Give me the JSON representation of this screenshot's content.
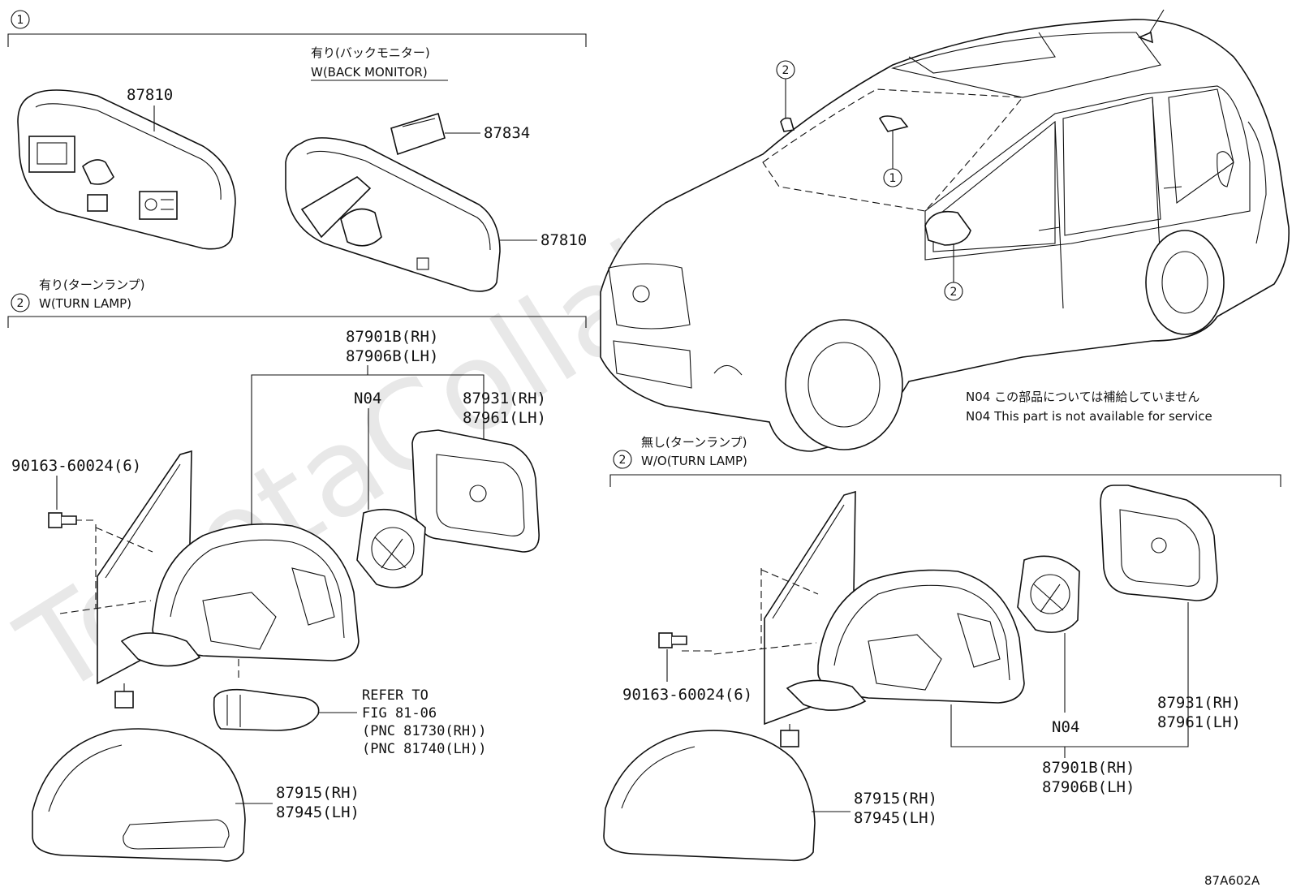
{
  "diagram": {
    "watermark": "ToyotaCollaborate",
    "figure_code": "87A602A",
    "sections": {
      "s1": {
        "marker": "1"
      },
      "s2a": {
        "marker": "2",
        "jp": "有り(ターンランプ)",
        "en": "W(TURN LAMP)"
      },
      "s2b": {
        "marker": "2",
        "jp": "無し(ターンランプ)",
        "en": "W/O(TURN LAMP)"
      }
    },
    "back_monitor": {
      "jp": "有り(バックモニター)",
      "en": "W(BACK MONITOR)"
    },
    "notes": [
      "N04  この部品については補給していません",
      "N04  This part is not available for service"
    ],
    "vehicle_markers": {
      "m1": "1",
      "m2_top": "2",
      "m2_door": "2"
    },
    "labels": {
      "p87810a": "87810",
      "p87810b": "87810",
      "p87834": "87834",
      "p87901_l": "87901B(RH)",
      "p87906_l": "87906B(LH)",
      "n04_l": "N04",
      "p87931_l": "87931(RH)",
      "p87961_l": "87961(LH)",
      "bolt_l": "90163-60024(6)",
      "ref1": "REFER TO",
      "ref2": "FIG 81-06",
      "ref3": "(PNC 81730(RH))",
      "ref4": "(PNC 81740(LH))",
      "p87915_l": "87915(RH)",
      "p87945_l": "87945(LH)",
      "bolt_r": "90163-60024(6)",
      "n04_r": "N04",
      "p87931_r": "87931(RH)",
      "p87961_r": "87961(LH)",
      "p87901_r": "87901B(RH)",
      "p87906_r": "87906B(LH)",
      "p87915_r": "87915(RH)",
      "p87945_r": "87945(LH)"
    }
  }
}
